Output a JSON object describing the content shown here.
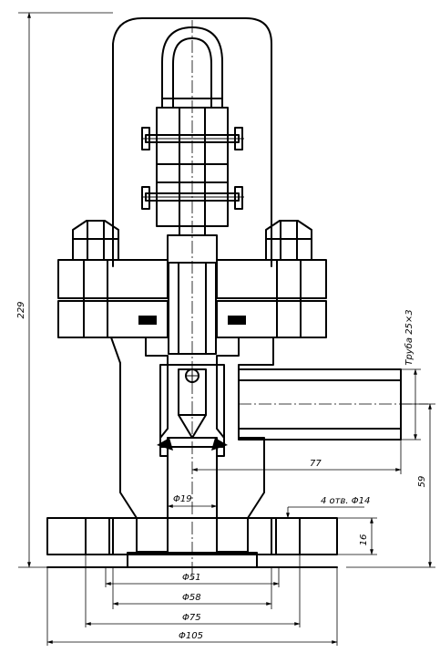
{
  "dimensions": {
    "overall_height": "229",
    "height_59": "59",
    "flange_thickness": "16",
    "offset_77": "77",
    "bore_diameter": "Φ19",
    "diameter_51": "Φ51",
    "diameter_58": "Φ58",
    "diameter_75": "Φ75",
    "diameter_105": "Φ105"
  },
  "labels": {
    "pipe_note": "Труба 25×3",
    "holes_note": "4 отв. Φ14"
  }
}
